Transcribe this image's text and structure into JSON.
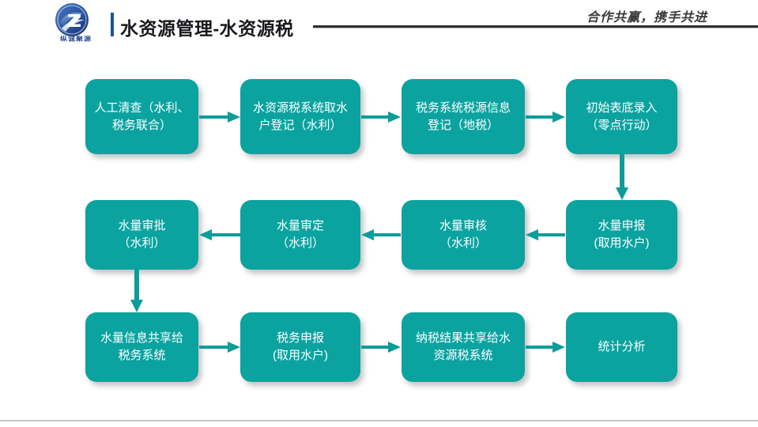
{
  "header": {
    "logo_wordmark": "纵诚聚源",
    "logo_icon": "company-logo-circle-z",
    "title": "水资源管理-水资源税",
    "tagline": "合作共赢，携手共进",
    "accent_bar_color": "#21509e",
    "rule_color": "#2f2f2f"
  },
  "flow": {
    "node_color": "#0ba3a0",
    "arrow_color": "#0d9c99",
    "rows": [
      {
        "direction": "left-to-right",
        "nodes": [
          {
            "id": "manual-survey",
            "label": "人工清查（水利、\n税务联合）"
          },
          {
            "id": "water-tax-system-registration",
            "label": "水资源税系统取水\n户登记（水利）"
          },
          {
            "id": "tax-system-source-registration",
            "label": "税务系统税源信息\n登记（地税）"
          },
          {
            "id": "initial-meter-reading-entry",
            "label": "初始表底录入\n（零点行动）"
          }
        ]
      },
      {
        "direction": "right-to-left",
        "nodes": [
          {
            "id": "water-volume-approval",
            "label": "水量审批\n（水利）"
          },
          {
            "id": "water-volume-verification",
            "label": "水量审定\n（水利）"
          },
          {
            "id": "water-volume-review",
            "label": "水量审核\n（水利）"
          },
          {
            "id": "water-volume-declaration",
            "label": "水量申报\n(取用水户)"
          }
        ]
      },
      {
        "direction": "left-to-right",
        "nodes": [
          {
            "id": "share-volume-to-tax-system",
            "label": "水量信息共享给\n税务系统"
          },
          {
            "id": "tax-declaration",
            "label": "税务申报\n(取用水户)"
          },
          {
            "id": "share-tax-result-to-water-system",
            "label": "纳税结果共享给水\n资源税系统"
          },
          {
            "id": "statistical-analysis",
            "label": "统计分析"
          }
        ]
      }
    ],
    "vertical_connectors": [
      {
        "id": "connector-row1-col4-to-row2-col4",
        "from": "initial-meter-reading-entry",
        "to": "water-volume-declaration"
      },
      {
        "id": "connector-row2-col1-to-row3-col1",
        "from": "water-volume-approval",
        "to": "share-volume-to-tax-system"
      }
    ]
  },
  "footer": {
    "rule_color": "#c9c9c9"
  }
}
